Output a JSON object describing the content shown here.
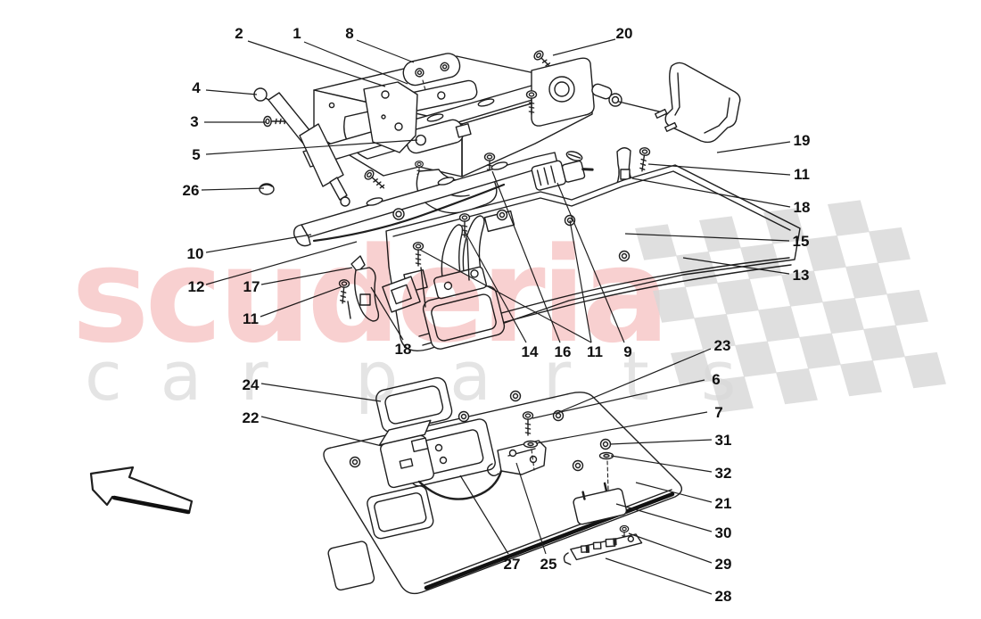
{
  "watermark": {
    "brand": "scuderia",
    "tagline_word1": "car",
    "tagline_word2": "parts",
    "brand_color": "#f8d0d0",
    "tagline_color": "#e4e4e4",
    "flag_color": "#d8d8d8"
  },
  "callouts": [
    {
      "n": "2"
    },
    {
      "n": "1"
    },
    {
      "n": "8"
    },
    {
      "n": "20"
    },
    {
      "n": "4"
    },
    {
      "n": "3"
    },
    {
      "n": "5"
    },
    {
      "n": "26"
    },
    {
      "n": "10"
    },
    {
      "n": "12"
    },
    {
      "n": "17"
    },
    {
      "n": "11"
    },
    {
      "n": "24"
    },
    {
      "n": "22"
    },
    {
      "n": "19"
    },
    {
      "n": "11"
    },
    {
      "n": "18"
    },
    {
      "n": "15"
    },
    {
      "n": "13"
    },
    {
      "n": "23"
    },
    {
      "n": "6"
    },
    {
      "n": "7"
    },
    {
      "n": "31"
    },
    {
      "n": "32"
    },
    {
      "n": "21"
    },
    {
      "n": "30"
    },
    {
      "n": "29"
    },
    {
      "n": "28"
    },
    {
      "n": "18"
    },
    {
      "n": "14"
    },
    {
      "n": "16"
    },
    {
      "n": "11"
    },
    {
      "n": "9"
    },
    {
      "n": "27"
    },
    {
      "n": "25"
    }
  ]
}
